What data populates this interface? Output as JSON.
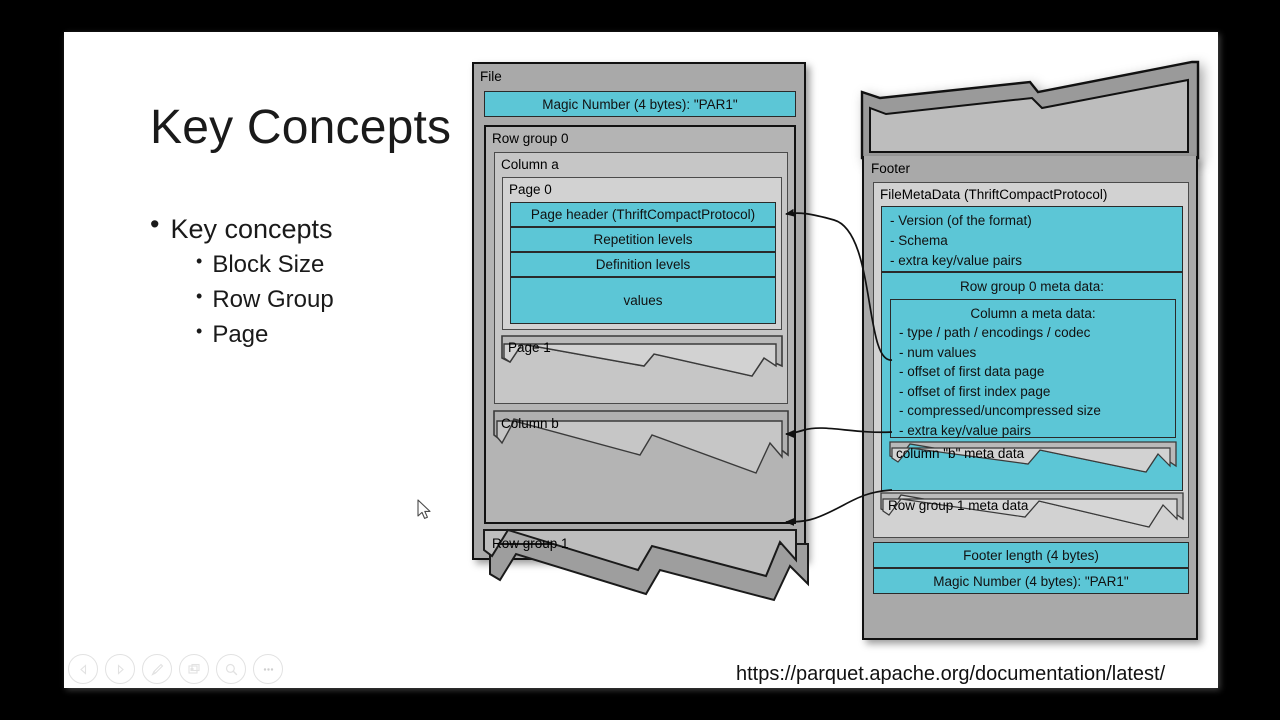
{
  "slide": {
    "title": "Key Concepts",
    "bullets": [
      {
        "level": 1,
        "text": "Key concepts"
      },
      {
        "level": 2,
        "text": "Block Size"
      },
      {
        "level": 2,
        "text": "Row Group"
      },
      {
        "level": 2,
        "text": "Page"
      }
    ],
    "source_url": "https://parquet.apache.org/documentation/latest/"
  },
  "diagram": {
    "file_panel": {
      "label": "File",
      "magic_number": "Magic Number (4 bytes): \"PAR1\"",
      "row_group_0": {
        "label": "Row group 0",
        "column_a": {
          "label": "Column a",
          "page_0": {
            "label": "Page 0",
            "blocks": [
              "Page header (ThriftCompactProtocol)",
              "Repetition levels",
              "Definition levels",
              "values"
            ]
          },
          "page_1": {
            "label": "Page 1"
          }
        },
        "column_b": {
          "label": "Column b"
        }
      },
      "row_group_1": {
        "label": "Row group 1"
      }
    },
    "footer_panel": {
      "label": "Footer",
      "file_metadata": {
        "label": "FileMetaData (ThriftCompactProtocol)",
        "items": [
          "- Version (of the format)",
          "- Schema",
          "- extra key/value pairs"
        ],
        "row_group_0_meta": {
          "label": "Row group 0 meta data:",
          "column_a_meta": {
            "label": "Column a meta data:",
            "items": [
              "- type / path / encodings /  codec",
              "- num values",
              "- offset of first data page",
              "- offset of first index page",
              "- compressed/uncompressed size",
              "- extra key/value pairs"
            ]
          },
          "column_b_meta": {
            "label": "column \"b\" meta data"
          }
        },
        "row_group_1_meta": {
          "label": "Row group 1 meta data"
        }
      },
      "footer_length": "Footer length (4 bytes)",
      "magic_number": "Magic Number (4 bytes): \"PAR1\""
    },
    "colors": {
      "cyan": "#5cc6d6",
      "file_gray": "#a9a9a9",
      "row_group_gray": "#b4b4b4",
      "column_gray": "#c6c6c6",
      "page_gray": "#d2d2d2",
      "outline": "#111111"
    }
  },
  "toolbar": {
    "items": [
      {
        "name": "previous-slide",
        "glyph": "prev"
      },
      {
        "name": "next-slide",
        "glyph": "next"
      },
      {
        "name": "pen-annotate",
        "glyph": "pen"
      },
      {
        "name": "all-slides",
        "glyph": "grid"
      },
      {
        "name": "zoom-in",
        "glyph": "search"
      },
      {
        "name": "more-options",
        "glyph": "ellipsis"
      }
    ]
  }
}
